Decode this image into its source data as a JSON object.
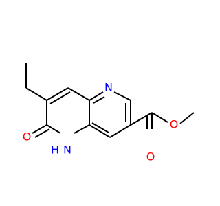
{
  "molecule": {
    "atoms": {
      "n_ring": {
        "symbol": "N",
        "color": "#0000ff"
      },
      "o_carbonyl": {
        "symbol": "O",
        "color": "#ff0000"
      },
      "nh": {
        "symbol": "H",
        "color": "#0000ff"
      },
      "nh_n": {
        "symbol": "N",
        "color": "#0000ff"
      },
      "o_ester_single": {
        "symbol": "O",
        "color": "#ff0000"
      },
      "o_ester_double": {
        "symbol": "O",
        "color": "#ff0000"
      }
    },
    "colors": {
      "bond": "#000000",
      "nitrogen": "#0000ff",
      "oxygen": "#ff0000"
    }
  }
}
